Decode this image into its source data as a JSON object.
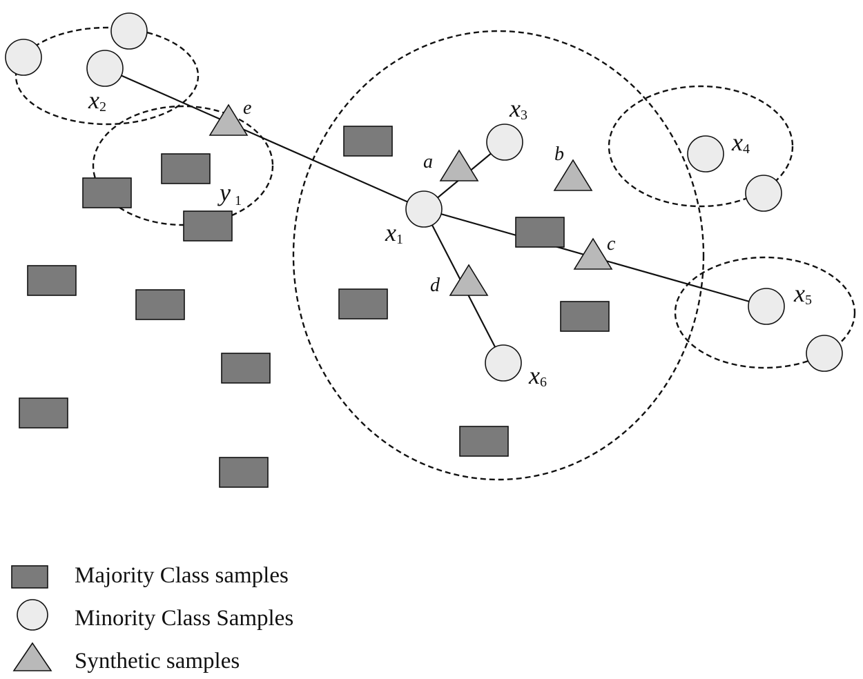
{
  "labels": {
    "x1": {
      "base": "x",
      "sub": "1"
    },
    "x2": {
      "base": "x",
      "sub": "2"
    },
    "x3": {
      "base": "x",
      "sub": "3"
    },
    "x4": {
      "base": "x",
      "sub": "4"
    },
    "x5": {
      "base": "x",
      "sub": "5"
    },
    "x6": {
      "base": "x",
      "sub": "6"
    },
    "y1": {
      "base": "y",
      "sub": "1"
    },
    "a": "a",
    "b": "b",
    "c": "c",
    "d": "d",
    "e": "e"
  },
  "legend": {
    "majority": "Majority Class samples",
    "minority": "Minority Class Samples",
    "synthetic": "Synthetic samples"
  },
  "colors": {
    "majority_fill": "#7b7b7b",
    "minority_fill": "#ececec",
    "synthetic_fill": "#b9b9b9",
    "stroke": "#111111"
  }
}
